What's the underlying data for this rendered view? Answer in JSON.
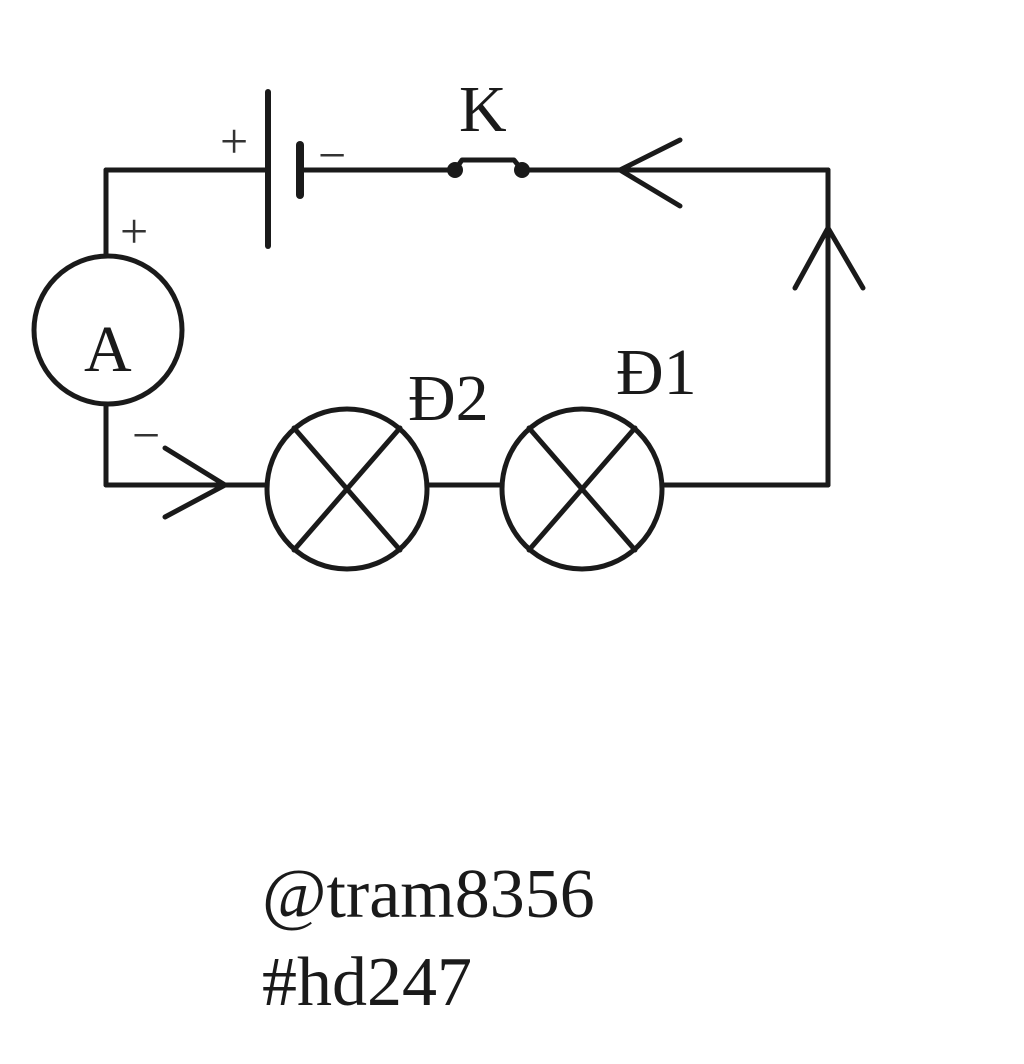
{
  "diagram": {
    "switch_label": "K",
    "ammeter_label": "A",
    "lamp1_label": "Đ1",
    "lamp2_label": "Đ2",
    "battery_plus": "+",
    "battery_minus": "−",
    "ammeter_plus": "+",
    "ammeter_minus": "−"
  },
  "caption": {
    "handle": "@tram8356",
    "tag": "#hd247"
  }
}
